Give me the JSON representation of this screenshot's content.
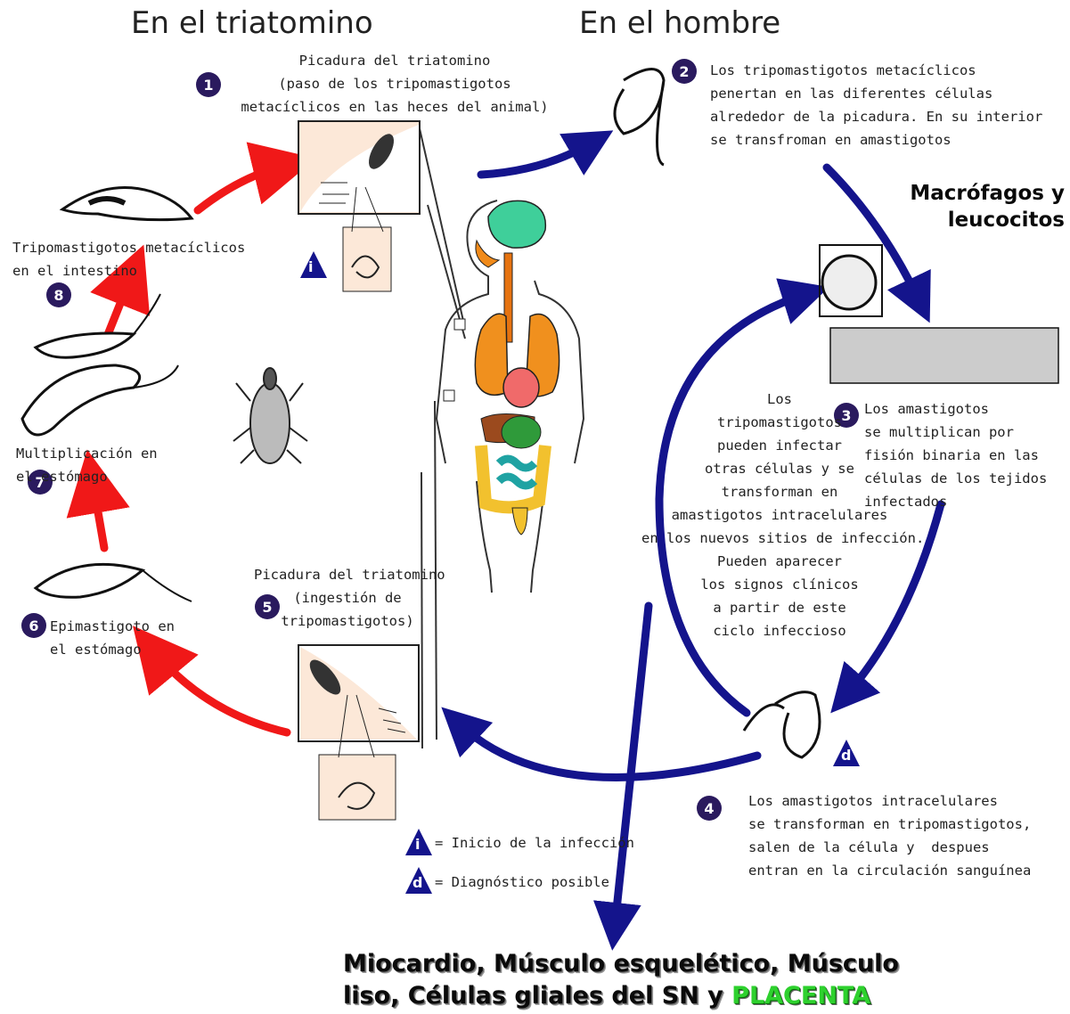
{
  "headers": {
    "vector": "En el triatomino",
    "human": "En el hombre"
  },
  "steps": {
    "s1": {
      "num": "1",
      "text": "Picadura del triatomino\n(paso de los tripomastigotos\nmetacíclicos en las heces del animal)"
    },
    "s2": {
      "num": "2",
      "text": "Los tripomastigotos metacíclicos\npenertan en las diferentes células\nalrededor de la picadura. En su interior\nse transfroman en amastigotos"
    },
    "s3": {
      "num": "3",
      "text": "Los amastigotos\nse multiplican por\nfisión binaria en las\ncélulas de los tejidos\ninfectados"
    },
    "s4": {
      "num": "4",
      "text": "Los amastigotos intracelulares\nse transforman en tripomastigotos,\nsalen de la célula y  despues\nentran en la circulación sanguínea"
    },
    "s5": {
      "num": "5",
      "text": "Picadura del triatomino\n(ingestión de\ntripomastigotos)"
    },
    "s6": {
      "num": "6",
      "text": "Epimastigoto en\nel estómago"
    },
    "s7": {
      "num": "7",
      "text": "Multiplicación en\nel estómago"
    },
    "s8": {
      "num": "8",
      "text": "Tripomastigotos metacíclicos\nen el intestino"
    }
  },
  "reinfection_text": "Los\ntripomastigotos\npueden infectar\notras células y se\ntransforman en\namastigotos intracelulares\nen los nuevos sitios de infección.\nPueden aparecer\nlos signos clínicos\na partir de este\nciclo infeccioso",
  "macrophages_label": "Macrófagos\ny leucocitos",
  "legend": {
    "i_symbol": "i",
    "i_label": "= Inicio de la infección",
    "d_symbol": "d",
    "d_label": "= Diagnóstico posible"
  },
  "bottom": {
    "line1": "Miocardio, Músculo esquelético, Músculo",
    "line2_prefix": "liso, Células gliales del SN y ",
    "placenta": "PLACENTA"
  },
  "colors": {
    "red_arrow": "#f01818",
    "blue_arrow": "#14148c",
    "number_badge": "#2a1a5e",
    "placenta": "#2ed12e"
  }
}
